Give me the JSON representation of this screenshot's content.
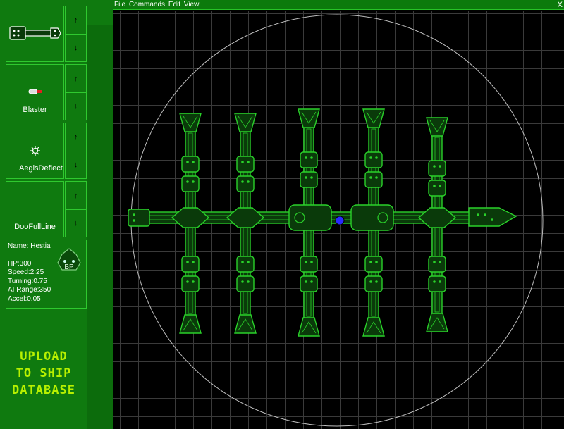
{
  "menubar": {
    "items": [
      "File",
      "Commands",
      "Edit",
      "View"
    ],
    "close_glyph": "X"
  },
  "palette": [
    {
      "label": "",
      "icon": "connector-strut-icon"
    },
    {
      "label": "Blaster",
      "icon": "blaster-icon"
    },
    {
      "label": "AegisDeflector",
      "icon": "aegis-deflector-icon"
    },
    {
      "label": "DooFullLine",
      "icon": ""
    }
  ],
  "ship": {
    "name_label": "Name: Hestia",
    "hp": "HP:300",
    "speed": "Speed:2.25",
    "turning": "Turning:0.75",
    "ai_range": "AI Range:350",
    "accel": "Accel:0.05",
    "badge": "BP"
  },
  "upload": {
    "line1": "UPLOAD",
    "line2": "TO SHIP",
    "line3": "DATABASE"
  },
  "colors": {
    "panel": "#0f7a0f",
    "border": "#2fc92f",
    "ship_stroke": "#2ad12a",
    "ship_fill": "#0a3a0a",
    "upload_text": "#b7f000",
    "core": "#2a2aff"
  },
  "up_arrow": "↑",
  "down_arrow": "↓"
}
